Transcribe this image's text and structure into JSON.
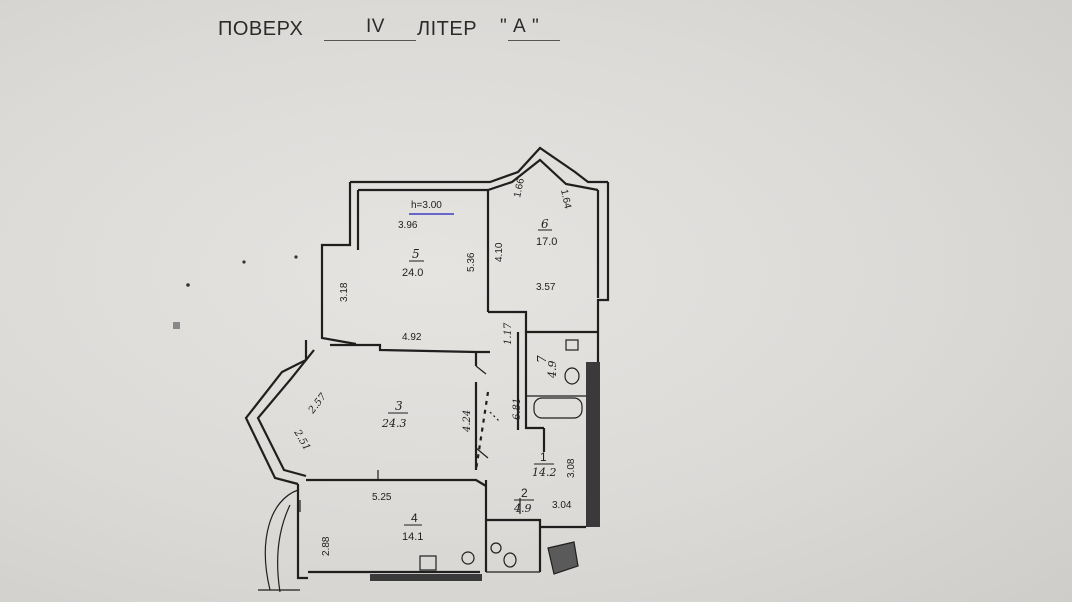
{
  "header": {
    "floor_label": "ПОВЕРХ",
    "floor_value": "IV",
    "letter_label": "ЛІТЕР",
    "letter_value": "\" А \""
  },
  "ceiling_height": "h=3.00",
  "rooms": [
    {
      "id": "1",
      "number": "1",
      "area": "14.2"
    },
    {
      "id": "2",
      "number": "2",
      "area": "4.9"
    },
    {
      "id": "3",
      "number": "3",
      "area": "24.3"
    },
    {
      "id": "4",
      "number": "4",
      "area": "14.1"
    },
    {
      "id": "5",
      "number": "5",
      "area": "24.0"
    },
    {
      "id": "6",
      "number": "6",
      "area": "17.0"
    },
    {
      "id": "7",
      "number": "7",
      "area": "4.9"
    }
  ],
  "dimensions": {
    "d_396": "3.96",
    "d_536": "5.36",
    "d_318": "3.18",
    "d_492": "4.92",
    "d_410": "4.10",
    "d_357": "3.57",
    "d_166": "1.66",
    "d_164": "1.64",
    "d_117": "1.17",
    "d_257": "2.57",
    "d_251": "2.51",
    "d_424": "4.24",
    "d_681": "6.81",
    "d_308": "3.08",
    "d_525": "5.25",
    "d_288": "2.88",
    "d_304": "3.04"
  },
  "colors": {
    "line": "#1f1f1f",
    "paper": "#dcdad7",
    "underline": "#3d3dc0"
  }
}
